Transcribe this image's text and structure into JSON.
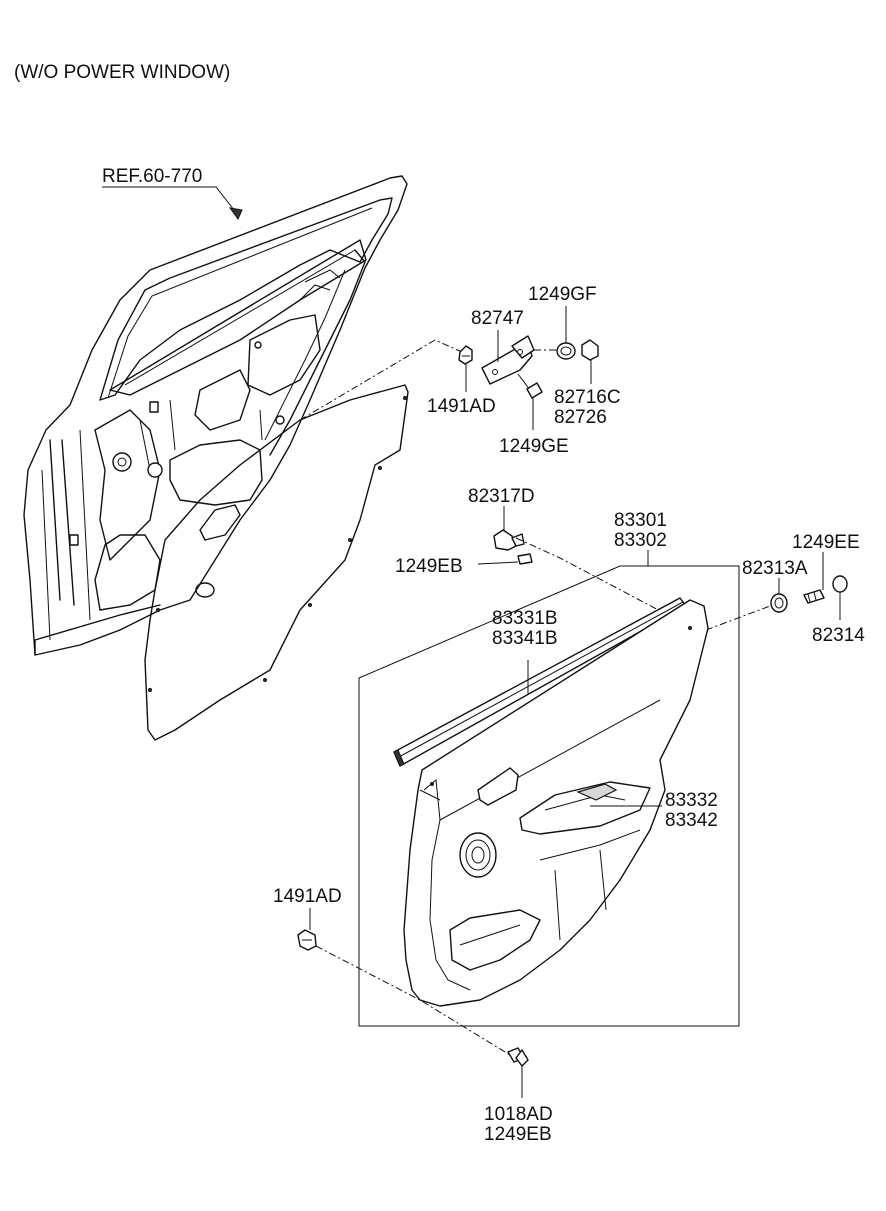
{
  "header": "(W/O POWER WINDOW)",
  "labels": {
    "ref": "REF.60-770",
    "p1249GF": "1249GF",
    "p82747": "82747",
    "p1491AD_top": "1491AD",
    "p82716C": "82716C",
    "p82726": "82726",
    "p1249GE": "1249GE",
    "p82317D": "82317D",
    "p1249EB_mid": "1249EB",
    "p83301": "83301",
    "p83302": "83302",
    "p1249EE": "1249EE",
    "p82313A": "82313A",
    "p82314": "82314",
    "p83331B": "83331B",
    "p83341B": "83341B",
    "p83332": "83332",
    "p83342": "83342",
    "p1491AD_bot": "1491AD",
    "p1018AD": "1018AD",
    "p1249EB_bot": "1249EB"
  },
  "colors": {
    "line": "#111111",
    "background": "#ffffff",
    "shade": "#d8d8d8"
  }
}
